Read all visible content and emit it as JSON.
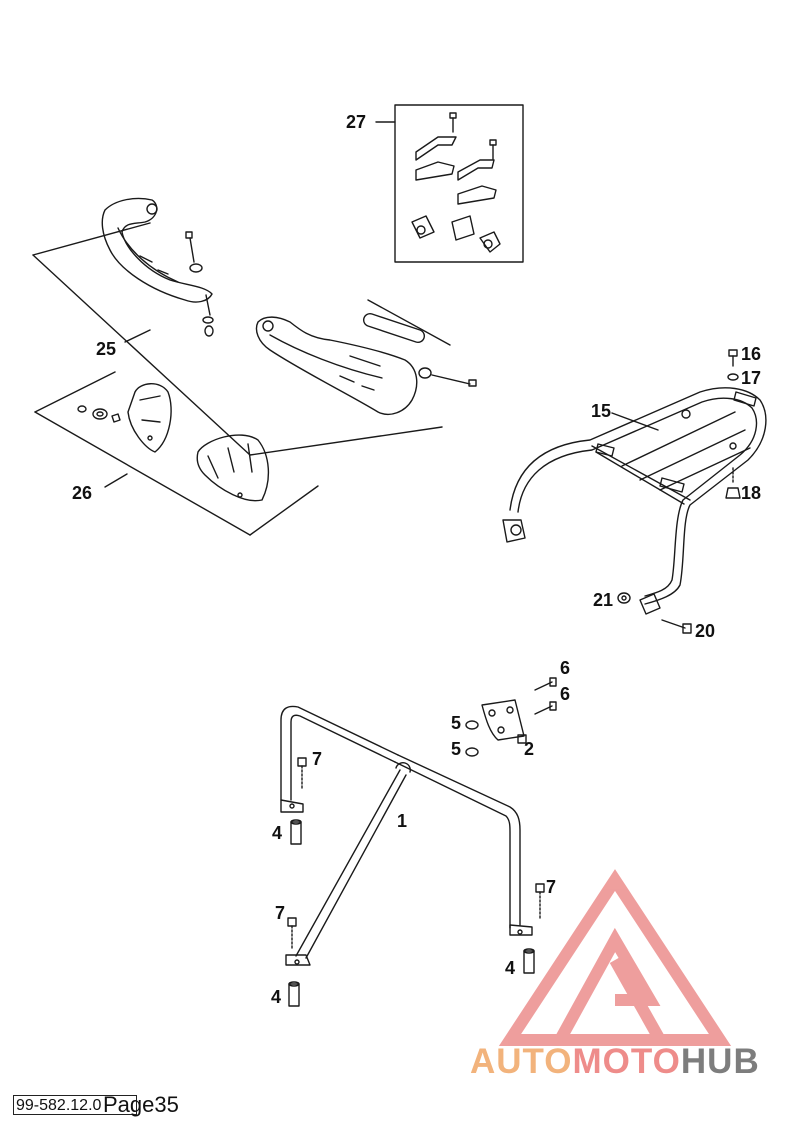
{
  "callouts": {
    "c27": "27",
    "c25": "25",
    "c26": "26",
    "c15": "15",
    "c16": "16",
    "c17": "17",
    "c18": "18",
    "c21": "21",
    "c20": "20",
    "c6a": "6",
    "c6b": "6",
    "c5a": "5",
    "c5b": "5",
    "c2": "2",
    "c7a": "7",
    "c1": "1",
    "c4a": "4",
    "c7b": "7",
    "c7c": "7",
    "c4b": "4",
    "c4c": "4"
  },
  "footer": {
    "part_code": "99-582.12.0",
    "page_label": "Page35"
  },
  "watermark": {
    "brand_part1": "AUTO",
    "brand_part2": "MOTO",
    "brand_part3": "HUB"
  },
  "colors": {
    "line": "#1a1a1a",
    "watermark_red": "#ec8e8c",
    "watermark_orange": "#f2b37c",
    "watermark_gray": "#7d7d7d"
  }
}
